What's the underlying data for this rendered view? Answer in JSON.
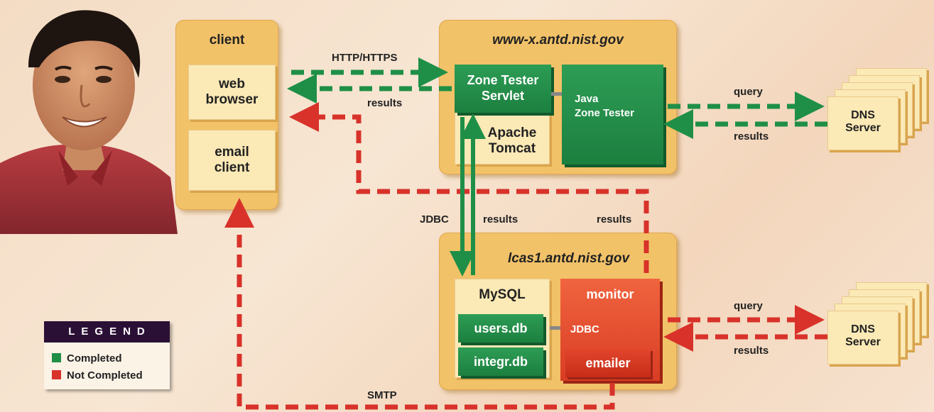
{
  "colors": {
    "completed": "#1f8f47",
    "not_completed": "#d8322a",
    "panel": "#f2c269",
    "box": "#fbe9b6"
  },
  "person_photo": "person-icon",
  "client": {
    "title": "client",
    "web_browser": [
      "web",
      "browser"
    ],
    "email_client": [
      "email",
      "client"
    ]
  },
  "www_server": {
    "title": "www-x.antd.nist.gov",
    "servlet": [
      "Zone Tester",
      "Servlet"
    ],
    "tomcat": [
      "Apache",
      "Tomcat"
    ],
    "java_tester": [
      "Java",
      "Zone Tester"
    ]
  },
  "lcas_server": {
    "title": "lcas1.antd.nist.gov",
    "mysql": "MySQL",
    "users_db": "users.db",
    "integr_db": "integr.db",
    "monitor": "monitor",
    "jdbc_inner": "JDBC",
    "emailer": "emailer"
  },
  "dns_top": [
    "DNS",
    "Server"
  ],
  "dns_bottom": [
    "DNS",
    "Server"
  ],
  "labels": {
    "http": "HTTP/HTTPS",
    "results_client": "results",
    "query_top": "query",
    "results_top": "results",
    "jdbc": "JDBC",
    "results_jdbc": "results",
    "results_red": "results",
    "query_bottom": "query",
    "results_bottom": "results",
    "smtp": "SMTP"
  },
  "legend": {
    "title": "LEGEND",
    "completed": "Completed",
    "not_completed": "Not Completed"
  }
}
